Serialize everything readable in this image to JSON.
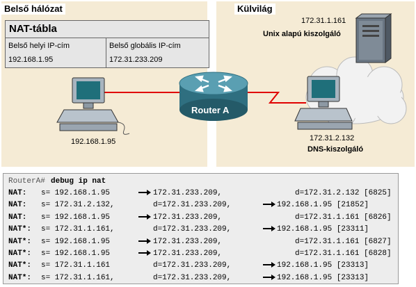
{
  "zones": {
    "inside": "Belső hálózat",
    "outside": "Külvilág"
  },
  "nat_table": {
    "title": "NAT-tábla",
    "col1_header": "Belső helyi IP-cím",
    "col2_header": "Belső globális IP-cím",
    "col1_value": "192.168.1.95",
    "col2_value": "172.31.233.209"
  },
  "devices": {
    "pc_ip": "192.168.1.95",
    "router_label": "Router A",
    "unix_server_ip": "172.31.1.161",
    "unix_server_name": "Unix alapú kiszolgáló",
    "dns_server_ip": "172.31.2.132",
    "dns_server_name": "DNS-kiszolgáló"
  },
  "debug": {
    "prompt": "RouterA#",
    "command": "debug ip nat",
    "lines": [
      {
        "prefix": "NAT:",
        "s": "s= 192.168.1.95",
        "a1": true,
        "mid": "172.31.233.209,",
        "a2": false,
        "d": "d=172.31.2.132 [6825]"
      },
      {
        "prefix": "NAT:",
        "s": "s= 172.31.2.132,",
        "a1": false,
        "mid": "d=172.31.233.209,",
        "a2": true,
        "d": "192.168.1.95 [21852]"
      },
      {
        "prefix": "NAT:",
        "s": "s= 192.168.1.95",
        "a1": true,
        "mid": "172.31.233.209,",
        "a2": false,
        "d": "d=172.31.1.161 [6826]"
      },
      {
        "prefix": "NAT*:",
        "s": "s= 172.31.1.161,",
        "a1": false,
        "mid": "d=172.31.233.209,",
        "a2": true,
        "d": "192.168.1.95 [23311]"
      },
      {
        "prefix": "NAT*:",
        "s": "s= 192.168.1.95",
        "a1": true,
        "mid": "172.31.233.209,",
        "a2": false,
        "d": "d=172.31.1.161 [6827]"
      },
      {
        "prefix": "NAT*:",
        "s": "s= 192.168.1.95",
        "a1": true,
        "mid": "172.31.233.209,",
        "a2": false,
        "d": "d=172.31.1.161 [6828]"
      },
      {
        "prefix": "NAT*:",
        "s": "s= 172.31.1.161",
        "a1": false,
        "mid": "d=172.31.233.209,",
        "a2": true,
        "d": "192.168.1.95 [23313]"
      },
      {
        "prefix": "NAT*:",
        "s": "s= 172.31.1.161,",
        "a1": false,
        "mid": "d=172.31.233.209,",
        "a2": true,
        "d": "192.168.1.95 [23313]"
      }
    ]
  },
  "colors": {
    "zone_bg": "#f5ebd5",
    "link": "#e00000",
    "router": "#3a7a8c"
  }
}
